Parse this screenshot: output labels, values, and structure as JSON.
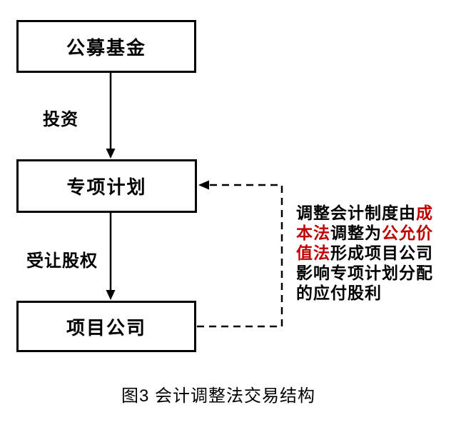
{
  "diagram": {
    "nodes": [
      {
        "id": "public-fund",
        "label": "公募基金"
      },
      {
        "id": "special-plan",
        "label": "专项计划"
      },
      {
        "id": "project-company",
        "label": "项目公司"
      }
    ],
    "edges": [
      {
        "from": "public-fund",
        "to": "special-plan",
        "label": "投资",
        "style": "solid-arrow-down"
      },
      {
        "from": "special-plan",
        "to": "project-company",
        "label": "受让股权",
        "style": "solid-arrow-down"
      },
      {
        "from": "project-company",
        "to": "special-plan",
        "label": "",
        "style": "dashed-arrow"
      }
    ],
    "annotation": {
      "segments": [
        {
          "text": "调整会计制度由",
          "color": "#000000"
        },
        {
          "text": "成本法",
          "color": "#C00000"
        },
        {
          "text": "调整为",
          "color": "#000000"
        },
        {
          "text": "公允价值法",
          "color": "#C00000"
        },
        {
          "text": "形成项目公司影响专项计划分配的应付股利",
          "color": "#000000"
        }
      ]
    },
    "caption": "图3 会计调整法交易结构",
    "colors": {
      "line": "#000000",
      "highlight": "#C00000",
      "background": "#ffffff"
    }
  }
}
